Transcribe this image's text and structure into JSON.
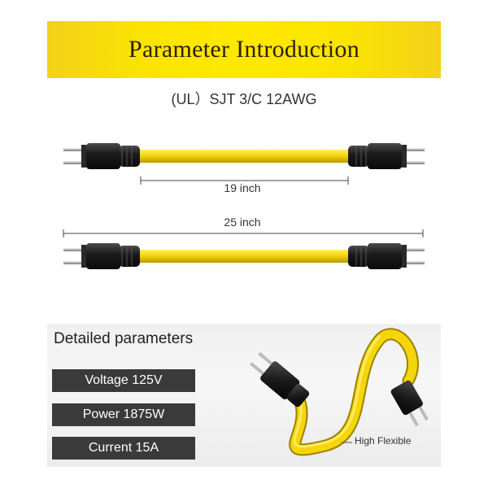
{
  "banner": {
    "title": "Parameter Introduction"
  },
  "spec_line": "(UL）SJT 3/C 12AWG",
  "cables": [
    {
      "length_label": "19 inch"
    },
    {
      "length_label": "25 inch"
    }
  ],
  "details": {
    "title": "Detailed parameters",
    "params": [
      "Voltage 125V",
      "Power 1875W",
      "Current 15A"
    ],
    "callout": "High Flexible"
  },
  "colors": {
    "banner": "#ffe800",
    "cable": "#f5d60a",
    "plug": "#1e1e1e",
    "param_box": "#3a3a3a"
  }
}
